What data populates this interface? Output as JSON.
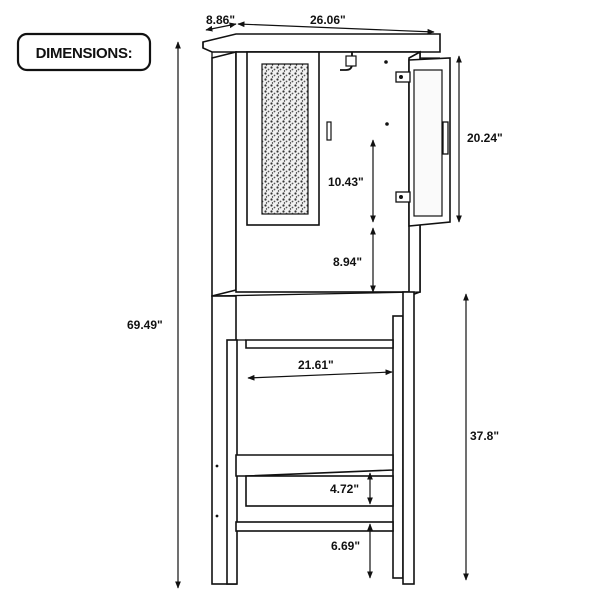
{
  "title": "DIMENSIONS:",
  "dimensions": {
    "depth": "8.86\"",
    "width": "26.06\"",
    "total_height": "69.49\"",
    "door_height": "20.24\"",
    "shelf_gap_upper": "10.43\"",
    "shelf_gap_lower": "8.94\"",
    "inner_width": "21.61\"",
    "base_height": "37.8\"",
    "bottom_shelf_height": "4.72\"",
    "floor_clearance": "6.69\""
  }
}
